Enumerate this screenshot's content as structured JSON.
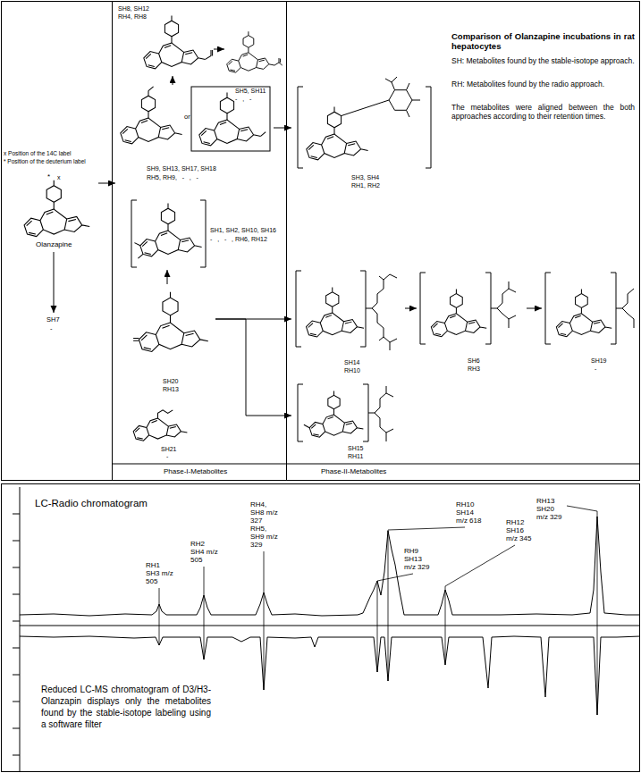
{
  "diagram": {
    "title": "Comparison of Olanzapine incubations in rat hepatocytes",
    "nodes": [
      {
        "text": [
          "Phase-I-Metabolites"
        ]
      },
      {
        "text": [
          "Phase-II-Metabolites"
        ]
      },
      {
        "text": [
          "Olanzapine"
        ]
      },
      {
        "text": [
          "SH7",
          "-"
        ]
      },
      {
        "text": [
          "SH8, SH12",
          "RH4, RH8"
        ],
        "in": 0
      },
      {
        "text": [
          "SH5, SH11",
          "-   ,   -"
        ],
        "in": 0
      },
      {
        "text": [
          "or",
          "SH9, SH13, SH17, SH18",
          "RH5, RH9,   -   ,   -"
        ],
        "in": 0
      },
      {
        "text": [
          "SH1, SH2, SH10, SH16",
          "-   ,   -   , RH6, RH12"
        ],
        "in": 0
      },
      {
        "text": [
          "SH20",
          "RH13"
        ],
        "in": 0
      },
      {
        "text": [
          "SH21",
          "-"
        ],
        "in": 0
      },
      {
        "text": [
          "SH3, SH4",
          "RH1, RH2"
        ],
        "in": 1
      },
      {
        "text": [
          "SH14",
          "RH10"
        ],
        "in": 1
      },
      {
        "text": [
          "SH6",
          "RH3"
        ],
        "in": 1
      },
      {
        "text": [
          "SH19",
          "-"
        ],
        "in": 1
      },
      {
        "text": [
          "SH15",
          "RH11"
        ],
        "in": 1
      },
      {
        "text": [
          "LC-Radio chromatogram",
          "Reduced LC-MS chromatogram of D3/H3-Olanzapin displays only the metabolites found by the stable-isotope labeling using a software filter"
        ]
      }
    ],
    "edges": [
      {
        "from": 2,
        "to": 6,
        "arrow": "to"
      },
      {
        "from": 2,
        "to": 3,
        "arrow": "to"
      },
      {
        "from": 6,
        "to": 4,
        "arrow": "to"
      },
      {
        "from": 4,
        "to": 5,
        "arrow": "to"
      },
      {
        "from": 6,
        "to": 10,
        "arrow": "to"
      },
      {
        "from": 8,
        "to": 7,
        "arrow": "to"
      },
      {
        "from": 8,
        "to": 11,
        "arrow": "to"
      },
      {
        "from": 8,
        "to": 14,
        "arrow": "to"
      },
      {
        "from": 11,
        "to": 12,
        "arrow": "to"
      },
      {
        "from": 12,
        "to": 13,
        "arrow": "to"
      }
    ],
    "labels": [
      "x Position of the 14C label",
      "* Position of the deuterium label",
      "*",
      "x",
      "SH: Metabolites found by the stable-isotope approach.",
      "RH: Metabolites found by the radio approach.",
      "The metabolites were aligned between the both approaches according to their retention times.",
      "RH1 SH3 m/z 505",
      "RH2 SH4 m/z 505",
      "RH4, SH8 m/z 327 RH5, SH9 m/z 329",
      "RH9 SH13 m/z 329",
      "RH10 SH14 m/z 618",
      "RH12 SH16 m/z 345",
      "RH13 SH20 m/z 329"
    ]
  }
}
